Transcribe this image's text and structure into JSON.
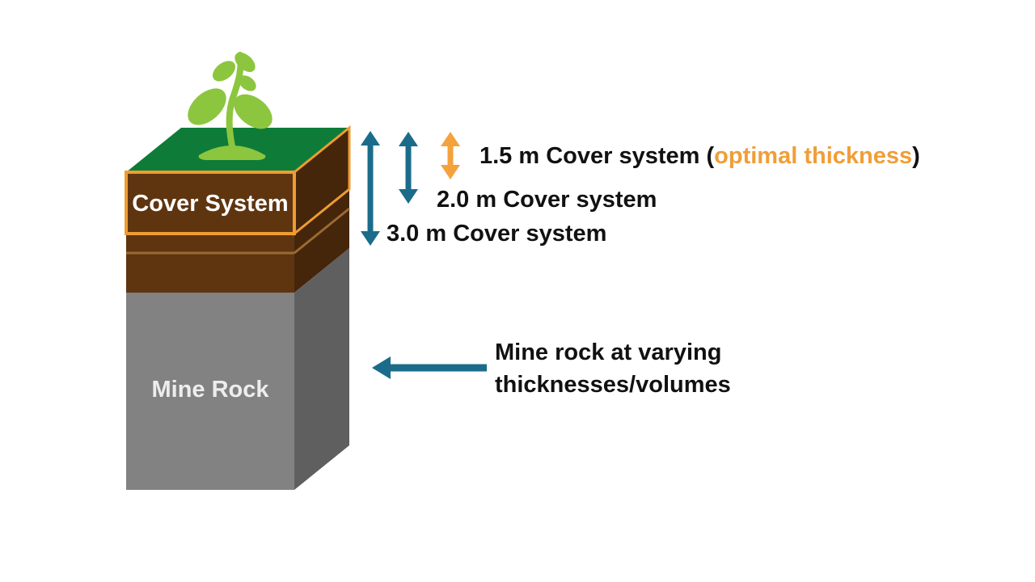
{
  "column": {
    "cover_label": "Cover System",
    "rock_label": "Mine Rock"
  },
  "annotations": {
    "cover_15_prefix": "1.5 m Cover system (",
    "cover_15_highlight": "optimal thickness",
    "cover_15_suffix": ")",
    "cover_20": "2.0 m Cover system",
    "cover_30": "3.0 m Cover system",
    "rock_note_line1": "Mine rock at varying",
    "rock_note_line2": "thicknesses/volumes"
  },
  "icons": {
    "seedling": "seedling-icon",
    "arrow_3m": "double-arrow-vertical",
    "arrow_2m": "double-arrow-vertical",
    "arrow_15m": "double-arrow-vertical",
    "rock_arrow": "arrow-left"
  },
  "colors": {
    "grass_green": "#0e7c38",
    "plant_green": "#8cc63f",
    "soil_front": "#5f3510",
    "soil_side": "#45260b",
    "soil_divider": "#9a6a33",
    "cover_outline": "#ee9c33",
    "rock_front": "#828282",
    "rock_side": "#5f5f5f",
    "arrow_teal": "#1b6c8a",
    "arrow_orange": "#f5a23c",
    "highlight_orange": "#f09e38",
    "text_black": "#111111",
    "label_white": "#ffffff"
  }
}
